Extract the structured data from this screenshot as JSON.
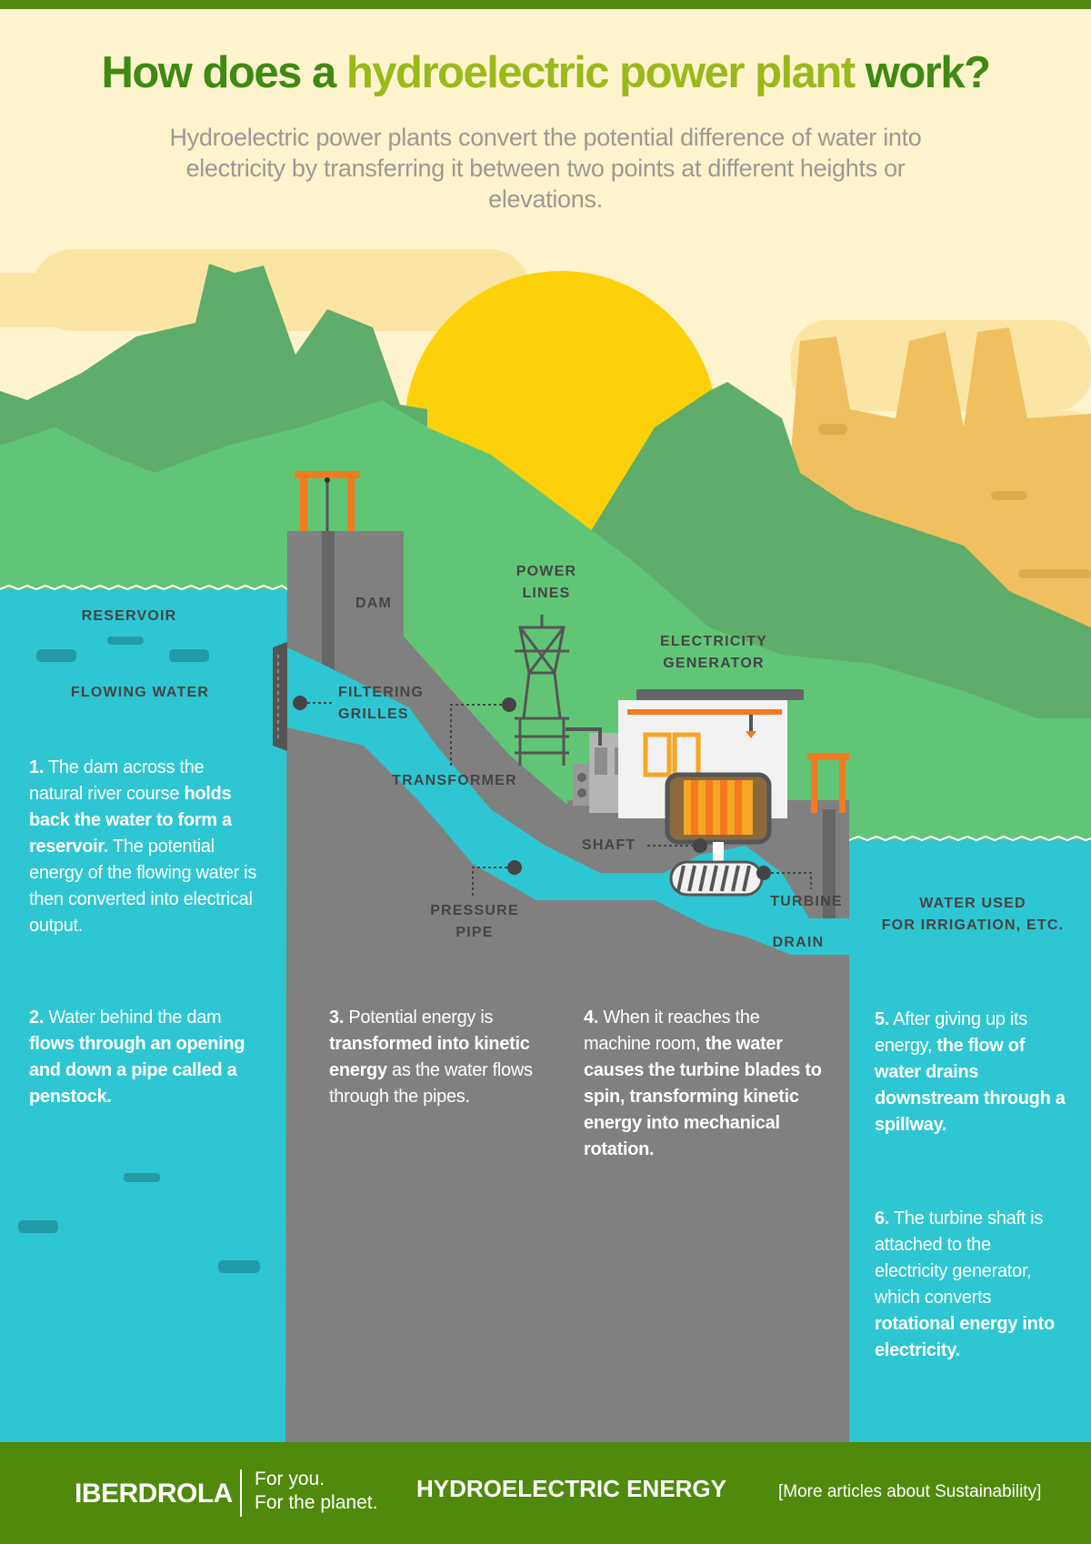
{
  "header": {
    "title_part1": "How does a ",
    "title_highlight": "hydroelectric power plant",
    "title_part2": " work?",
    "subtitle": "Hydroelectric power plants convert the potential difference of water into electricity by transferring it between two points at different heights or elevations."
  },
  "labels": {
    "reservoir": "RESERVOIR",
    "flowing_water": "FLOWING WATER",
    "dam": "DAM",
    "power_lines_1": "POWER",
    "power_lines_2": "LINES",
    "generator_1": "ELECTRICITY",
    "generator_2": "GENERATOR",
    "grilles_1": "FILTERING",
    "grilles_2": "GRILLES",
    "transformer": "TRANSFORMER",
    "shaft": "SHAFT",
    "pressure_pipe_1": "PRESSURE",
    "pressure_pipe_2": "PIPE",
    "turbine": "TURBINE",
    "drain": "DRAIN",
    "irrigation_1": "WATER USED",
    "irrigation_2": "FOR IRRIGATION, ETC."
  },
  "steps": [
    {
      "num": "1.",
      "parts": [
        {
          "t": " The dam across the natural river course ",
          "b": false
        },
        {
          "t": "holds back the water to form a reservoir.",
          "b": true
        },
        {
          "t": " The potential energy of the flowing water is then converted into electrical output.",
          "b": false
        }
      ]
    },
    {
      "num": "2.",
      "parts": [
        {
          "t": " Water behind the dam ",
          "b": false
        },
        {
          "t": "flows through an opening and down a pipe called a penstock.",
          "b": true
        }
      ]
    },
    {
      "num": "3.",
      "parts": [
        {
          "t": " Potential energy is ",
          "b": false
        },
        {
          "t": "transformed into kinetic energy",
          "b": true
        },
        {
          "t": " as the water flows through the pipes.",
          "b": false
        }
      ]
    },
    {
      "num": "4.",
      "parts": [
        {
          "t": " When it reaches the machine room, ",
          "b": false
        },
        {
          "t": "the water causes the turbine blades to spin, transforming kinetic energy into mechanical rotation.",
          "b": true
        }
      ]
    },
    {
      "num": "5.",
      "parts": [
        {
          "t": " After giving up its energy, ",
          "b": false
        },
        {
          "t": "the flow of water drains downstream through a spillway.",
          "b": true
        }
      ]
    },
    {
      "num": "6.",
      "parts": [
        {
          "t": " The turbine shaft is attached to the electricity generator, which converts ",
          "b": false
        },
        {
          "t": "rotational energy into electricity.",
          "b": true
        }
      ]
    }
  ],
  "footer": {
    "brand": "IBERDROLA",
    "tagline_1": "For you.",
    "tagline_2": "For the planet.",
    "section": "HYDROELECTRIC ENERGY",
    "more_link": "[More articles about Sustainability]"
  },
  "colors": {
    "water": "#2ec6d2",
    "concrete": "#808080",
    "mountain_dark": "#5fad6a",
    "mountain_light": "#60c676",
    "sun": "#fdd109",
    "footer": "#4f8a0c",
    "accent_orange": "#f47a1f"
  }
}
